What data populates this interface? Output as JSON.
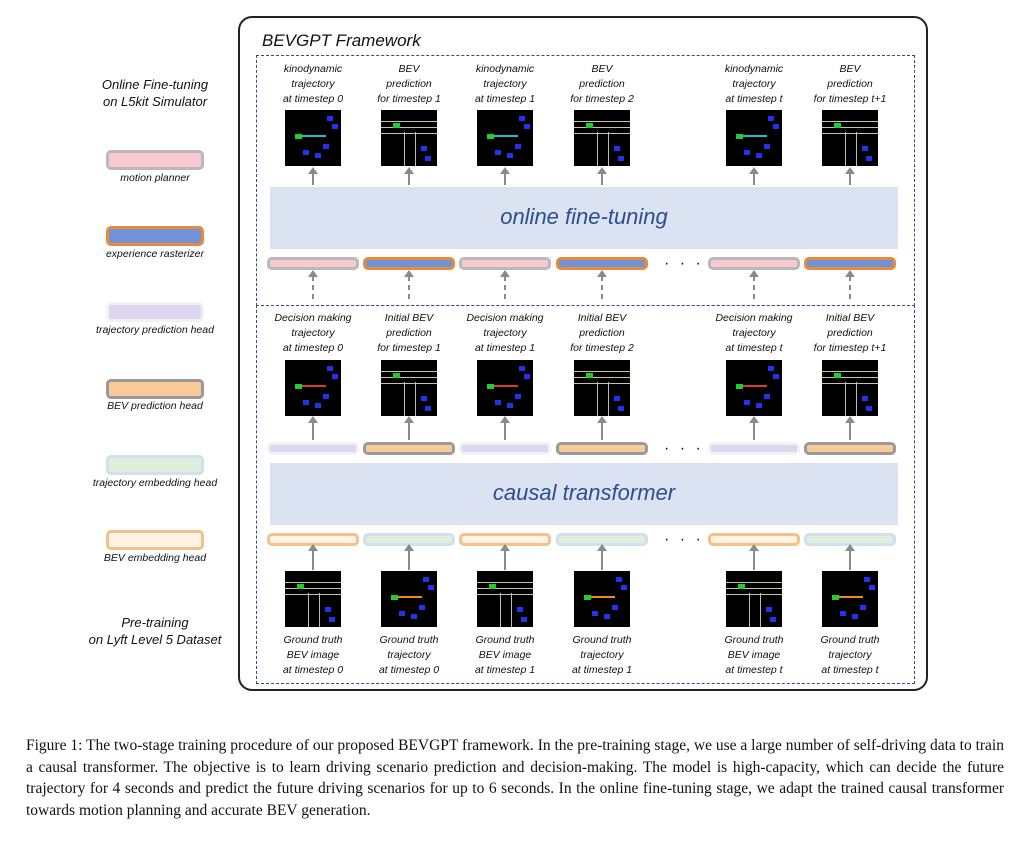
{
  "legend": {
    "online_title": [
      "Online Fine-tuning",
      "on L5kit Simulator"
    ],
    "pretrain_title": [
      "Pre-training",
      "on Lyft Level 5 Dataset"
    ],
    "items": [
      {
        "label": "motion planner",
        "swatch": "pink"
      },
      {
        "label": "experience rasterizer",
        "swatch": "blue"
      },
      {
        "label": "trajectory prediction head",
        "swatch": "lav"
      },
      {
        "label": "BEV prediction head",
        "swatch": "peach"
      },
      {
        "label": "trajectory embedding head",
        "swatch": "green"
      },
      {
        "label": "BEV embedding head",
        "swatch": "cream"
      }
    ]
  },
  "framework": {
    "title": "BEVGPT Framework",
    "online_band": "online fine-tuning",
    "causal_band": "causal transformer",
    "ellipsis": "· · ·",
    "online_captions": [
      [
        "kinodynamic",
        "trajectory",
        "at timestep 0"
      ],
      [
        "BEV",
        "prediction",
        "for timestep 1"
      ],
      [
        "kinodynamic",
        "trajectory",
        "at timestep 1"
      ],
      [
        "BEV",
        "prediction",
        "for timestep 2"
      ],
      [
        "kinodynamic",
        "trajectory",
        "at timestep t"
      ],
      [
        "BEV",
        "prediction",
        "for timestep t+1"
      ]
    ],
    "decision_captions": [
      [
        "Decision making",
        "trajectory",
        "at timestep 0"
      ],
      [
        "Initial BEV",
        "prediction",
        "for timestep 1"
      ],
      [
        "Decision making",
        "trajectory",
        "at timestep 1"
      ],
      [
        "Initial BEV",
        "prediction",
        "for timestep 2"
      ],
      [
        "Decision making",
        "trajectory",
        "at timestep t"
      ],
      [
        "Initial BEV",
        "prediction",
        "for timestep t+1"
      ]
    ],
    "ground_captions": [
      [
        "Ground truth",
        "BEV image",
        "at timestep 0"
      ],
      [
        "Ground truth",
        "trajectory",
        "at timestep 0"
      ],
      [
        "Ground truth",
        "BEV image",
        "at timestep 1"
      ],
      [
        "Ground truth",
        "trajectory",
        "at timestep 1"
      ],
      [
        "Ground truth",
        "BEV image",
        "at timestep t"
      ],
      [
        "Ground truth",
        "trajectory",
        "at timestep t"
      ]
    ]
  },
  "caption": "Figure 1: The two-stage training procedure of our proposed BEVGPT framework. In the pre-training stage, we use a large number of self-driving data to train a causal transformer. The objective is to learn driving scenario prediction and decision-making. The model is high-capacity, which can decide the future trajectory for 4 seconds and predict the future driving scenarios for up to 6 seconds. In the online fine-tuning stage, we adapt the trained causal transformer towards motion planning and accurate BEV generation."
}
